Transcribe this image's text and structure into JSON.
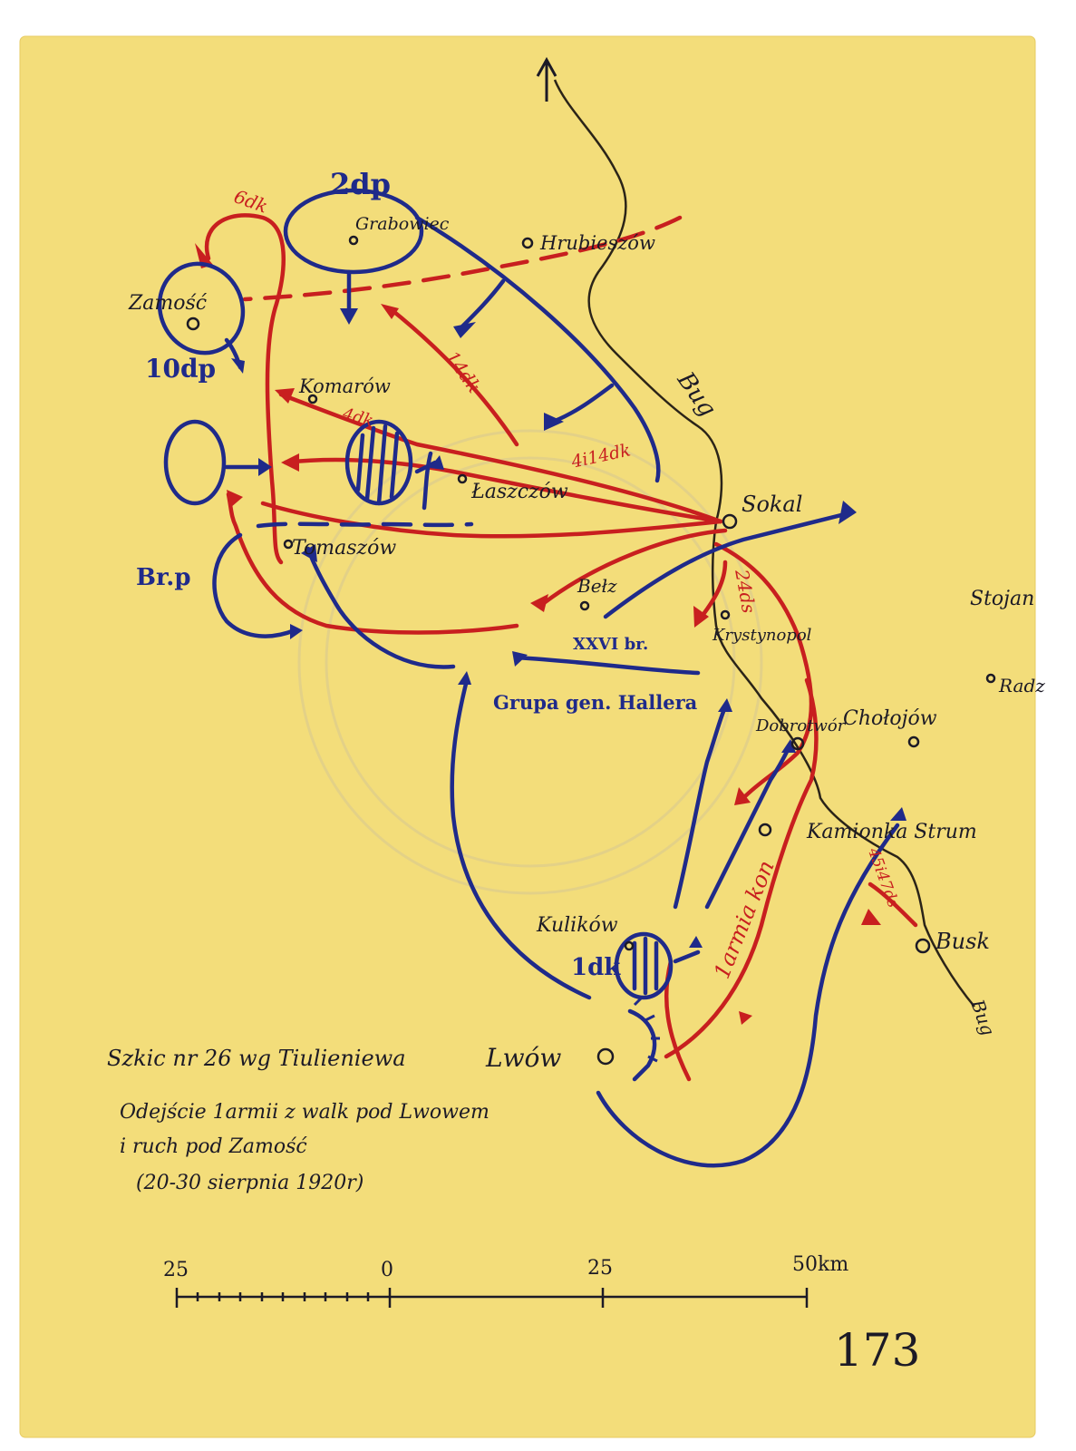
{
  "colors": {
    "paper": "#f3dd7a",
    "paper_edge": "#e7cb62",
    "blue": "#1f2a8a",
    "red": "#c81f1f",
    "river": "#2b2418",
    "ink": "#1c1a26",
    "stamp": "#c8bba0"
  },
  "map": {
    "river_names": {
      "bug_mid": "Bug",
      "bug_south": "Bug"
    },
    "places": {
      "zamosc": "Zamość",
      "grabowiec": "Grabowiec",
      "hrubieszow": "Hrubieszów",
      "komarow": "Komarów",
      "laszczow": "Łaszczów",
      "tomaszow": "Tomaszów",
      "sokal": "Sokal",
      "belz": "Bełz",
      "krystynopol": "Krystynopol",
      "dobrotwor": "Dobrotwór",
      "cholojow": "Chołojów",
      "kamionka": "Kamionka Strum",
      "busk": "Busk",
      "kulikow": "Kulików",
      "lwow": "Lwów",
      "stojan": "Stojan",
      "radz": "Radz"
    },
    "units": {
      "blue": {
        "dp2": "2dp",
        "dp10": "10dp",
        "brp": "Br.p",
        "dk1": "1dk",
        "xxvi": "XXVI br.",
        "haller": "Grupa gen. Hallera"
      },
      "red": {
        "dk6": "6dk",
        "dk14": "14dk",
        "dk4": "4dk",
        "dk4_14": "4i14dk",
        "ds24": "24ds",
        "army1": "1armia kon",
        "ds45_47": "45i47ds"
      }
    },
    "caption": {
      "line1": "Szkic nr 26 wg Tiulieniewa",
      "line2": "Odejście 1armii z walk pod Lwowem",
      "line3": "i ruch pod Zamość",
      "line4": "(20-30 sierpnia 1920r)"
    },
    "scale": {
      "ticks": [
        "25",
        "0",
        "25",
        "50km"
      ]
    },
    "page_number": "173"
  }
}
